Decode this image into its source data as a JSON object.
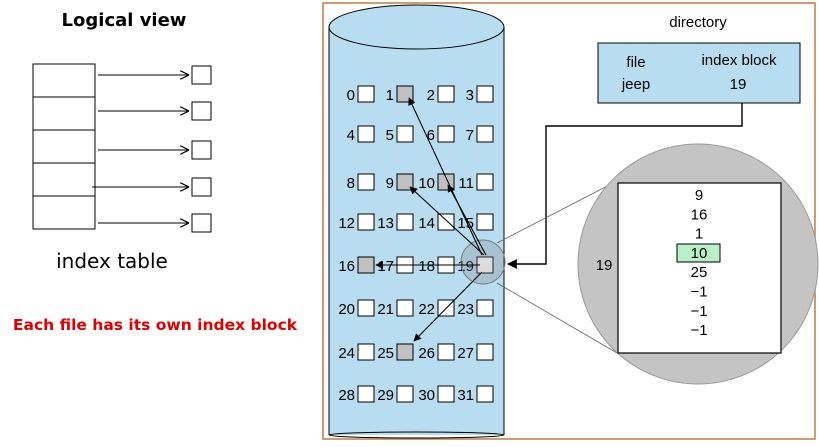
{
  "logical_view": {
    "title": "Logical view",
    "caption": "index table"
  },
  "note": "Each file has its own index block",
  "colors": {
    "note": "#e00000",
    "cylinder_fill": "#b8dcf0",
    "directory_fill": "#b8dcf0",
    "used_block": "#c0c0c0",
    "highlight_fill": "#b8f0c8",
    "frame": "#c8783c"
  },
  "disk": {
    "blocks": [
      "0",
      "1",
      "2",
      "3",
      "4",
      "5",
      "6",
      "7",
      "8",
      "9",
      "10",
      "11",
      "12",
      "13",
      "14",
      "15",
      "16",
      "17",
      "18",
      "19",
      "20",
      "21",
      "22",
      "23",
      "24",
      "25",
      "26",
      "27",
      "28",
      "29",
      "30",
      "31"
    ],
    "used_blocks": [
      1,
      9,
      10,
      16,
      25
    ],
    "index_block": 19
  },
  "directory": {
    "title": "directory",
    "col_file": "file",
    "col_index": "index block",
    "file": "jeep",
    "index_block": "19"
  },
  "index_block_view": {
    "label": "19",
    "entries": [
      "9",
      "16",
      "1",
      "10",
      "25",
      "−1",
      "−1",
      "−1"
    ],
    "highlighted_entry": 3
  }
}
